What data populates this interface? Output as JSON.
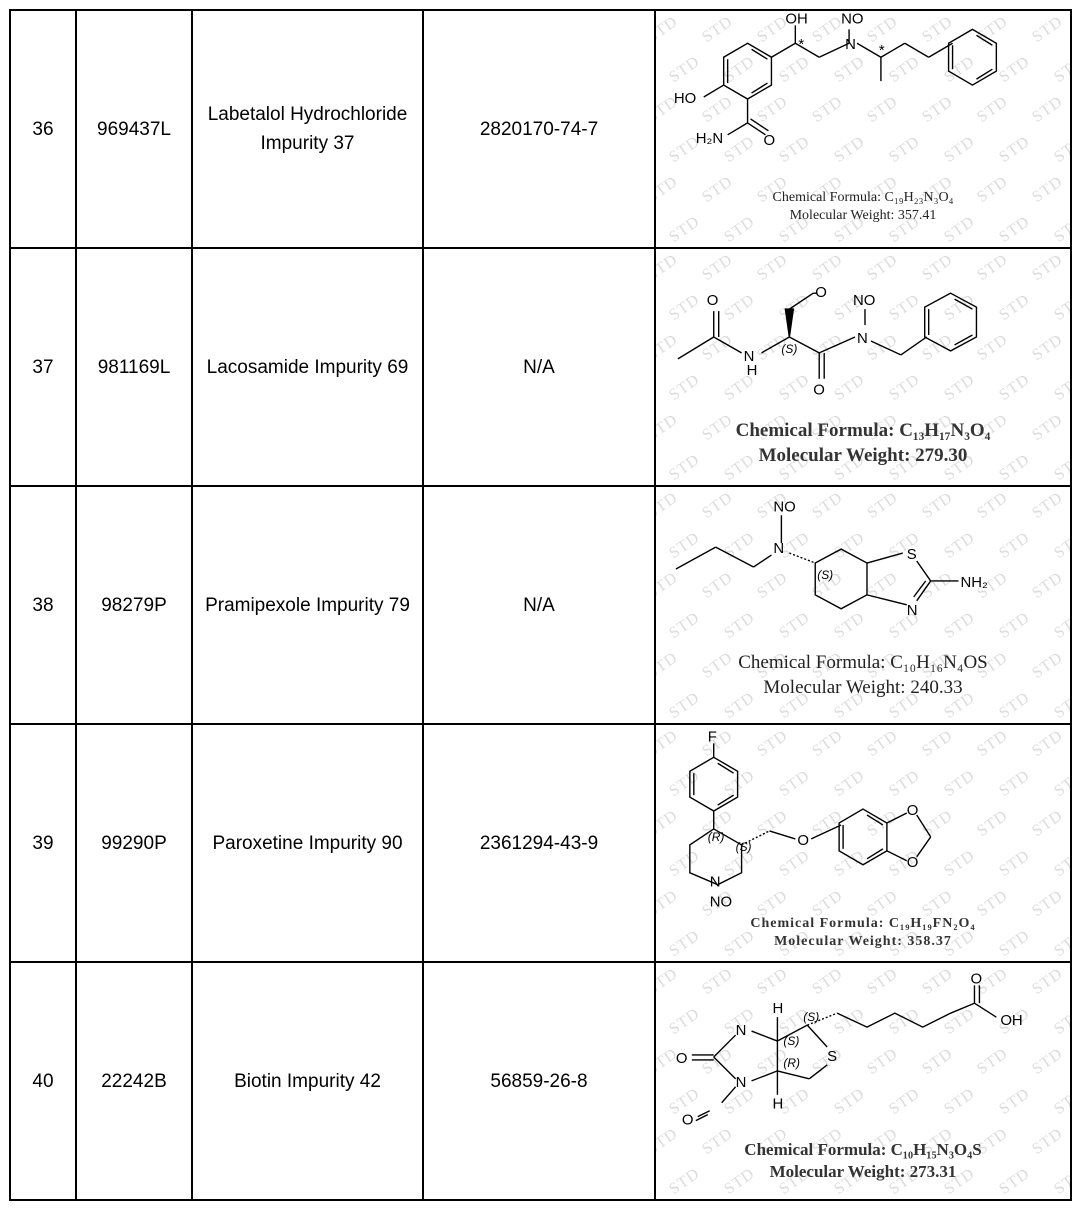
{
  "rows": [
    {
      "no": "36",
      "cat": "969437L",
      "name": "Labetalol Hydrochloride Impurity 37",
      "cas": "2820170-74-7",
      "formula_label": "Chemical Formula: C₁₉H₂₃N₃O₄",
      "mw_label": "Molecular Weight: 357.41"
    },
    {
      "no": "37",
      "cat": "981169L",
      "name": "Lacosamide Impurity 69",
      "cas": "N/A",
      "formula_label": "Chemical Formula: C₁₃H₁₇N₃O₄",
      "mw_label": "Molecular Weight: 279.30"
    },
    {
      "no": "38",
      "cat": "98279P",
      "name": "Pramipexole Impurity 79",
      "cas": "N/A",
      "formula_label": "Chemical Formula: C₁₀H₁₆N₄OS",
      "mw_label": "Molecular Weight: 240.33"
    },
    {
      "no": "39",
      "cat": "99290P",
      "name": "Paroxetine Impurity 90",
      "cas": "2361294-43-9",
      "formula_label": "Chemical Formula: C₁₉H₁₉FN₂O₄",
      "mw_label": "Molecular Weight: 358.37"
    },
    {
      "no": "40",
      "cat": "22242B",
      "name": "Biotin Impurity 42",
      "cas": "56859-26-8",
      "formula_label": "Chemical Formula: C₁₀H₁₅N₃O₄S",
      "mw_label": "Molecular Weight: 273.31"
    }
  ],
  "watermark": "STD",
  "atoms": {
    "oh": "OH",
    "no": "NO",
    "n": "N",
    "ho": "HO",
    "h2n": "H₂N",
    "o": "O",
    "star": "*",
    "h": "H",
    "s": "S",
    "nh2": "NH₂",
    "f": "F",
    "nh": "NH",
    "s_stereo": "(S)",
    "r_stereo": "(R)"
  }
}
